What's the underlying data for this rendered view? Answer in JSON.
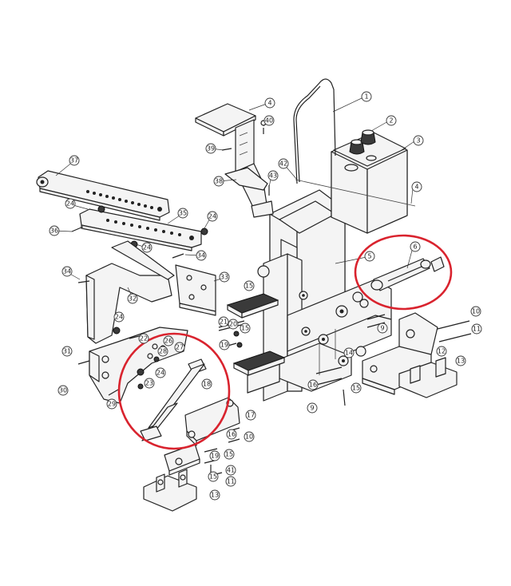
{
  "diagram": {
    "callouts": [
      {
        "id": "c1",
        "label": "1"
      },
      {
        "id": "c2",
        "label": "2"
      },
      {
        "id": "c3",
        "label": "3"
      },
      {
        "id": "c4",
        "label": "4"
      },
      {
        "id": "c4b",
        "label": "4"
      },
      {
        "id": "c5",
        "label": "5"
      },
      {
        "id": "c6",
        "label": "6"
      },
      {
        "id": "c9",
        "label": "9"
      },
      {
        "id": "c9b",
        "label": "9"
      },
      {
        "id": "c10",
        "label": "10"
      },
      {
        "id": "c10b",
        "label": "10"
      },
      {
        "id": "c11",
        "label": "11"
      },
      {
        "id": "c11b",
        "label": "11"
      },
      {
        "id": "c12",
        "label": "12"
      },
      {
        "id": "c13",
        "label": "13"
      },
      {
        "id": "c13b",
        "label": "13"
      },
      {
        "id": "c14",
        "label": "14"
      },
      {
        "id": "c15",
        "label": "15"
      },
      {
        "id": "c15b",
        "label": "15"
      },
      {
        "id": "c15c",
        "label": "15"
      },
      {
        "id": "c15d",
        "label": "15"
      },
      {
        "id": "c15e",
        "label": "15"
      },
      {
        "id": "c16",
        "label": "16"
      },
      {
        "id": "c16b",
        "label": "16"
      },
      {
        "id": "c17",
        "label": "17"
      },
      {
        "id": "c18",
        "label": "18"
      },
      {
        "id": "c19",
        "label": "19"
      },
      {
        "id": "c19b",
        "label": "19"
      },
      {
        "id": "c20",
        "label": "20"
      },
      {
        "id": "c21",
        "label": "21"
      },
      {
        "id": "c22",
        "label": "22"
      },
      {
        "id": "c23",
        "label": "23"
      },
      {
        "id": "c24a",
        "label": "24"
      },
      {
        "id": "c24b",
        "label": "24"
      },
      {
        "id": "c24c",
        "label": "24"
      },
      {
        "id": "c24d",
        "label": "24"
      },
      {
        "id": "c24e",
        "label": "24"
      },
      {
        "id": "c26",
        "label": "26"
      },
      {
        "id": "c27",
        "label": "27"
      },
      {
        "id": "c28",
        "label": "28"
      },
      {
        "id": "c29",
        "label": "29"
      },
      {
        "id": "c30",
        "label": "30"
      },
      {
        "id": "c31",
        "label": "31"
      },
      {
        "id": "c32",
        "label": "32"
      },
      {
        "id": "c33",
        "label": "33"
      },
      {
        "id": "c34",
        "label": "34"
      },
      {
        "id": "c34b",
        "label": "34"
      },
      {
        "id": "c35",
        "label": "35"
      },
      {
        "id": "c36",
        "label": "36"
      },
      {
        "id": "c37",
        "label": "37"
      },
      {
        "id": "c38",
        "label": "38"
      },
      {
        "id": "c39",
        "label": "39"
      },
      {
        "id": "c40",
        "label": "40"
      },
      {
        "id": "c41",
        "label": "41"
      },
      {
        "id": "c42",
        "label": "42"
      },
      {
        "id": "c43",
        "label": "43"
      }
    ]
  }
}
